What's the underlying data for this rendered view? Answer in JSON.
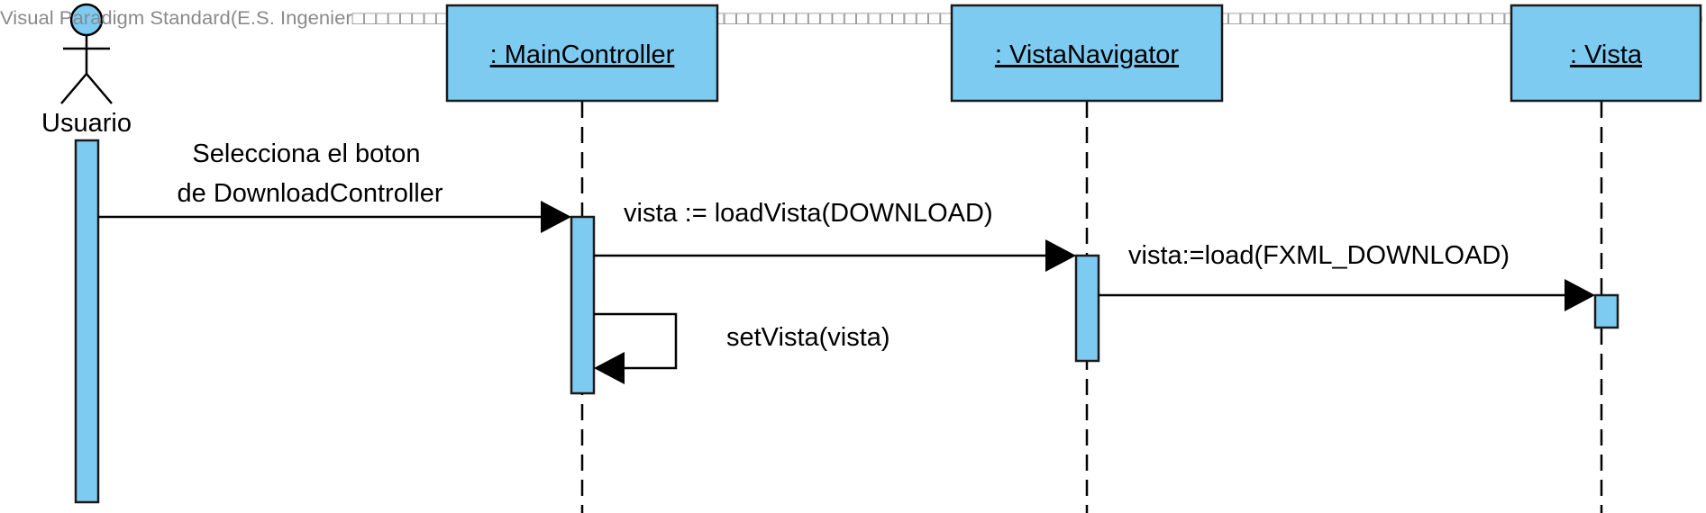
{
  "watermark": "Visual Paradigm Standard(E.S. Ingenier□□□□□□□□□□□□□□□□□□□□□□□□□□□□□□□□□□□□□□□□□□□□□□□□□□□□□□□□□□□□□□□□□□□□□□□□□□□□□□□□□□□□□□□□□□□□□□□□□□□□□□□□□□□□□□□□)",
  "actor": {
    "name": "Usuario"
  },
  "lifelines": {
    "main_controller": ": MainController",
    "vista_navigator": ": VistaNavigator",
    "vista": ": Vista"
  },
  "messages": {
    "select_line1": "Selecciona el boton",
    "select_line2": "de DownloadController",
    "load_vista": "vista := loadVista(DOWNLOAD)",
    "load_fxml": "vista:=load(FXML_DOWNLOAD)",
    "set_vista": "setVista(vista)"
  },
  "colors": {
    "object_fill": "#7ecbf2",
    "line": "#000000",
    "watermark": "#8a8a8a"
  }
}
